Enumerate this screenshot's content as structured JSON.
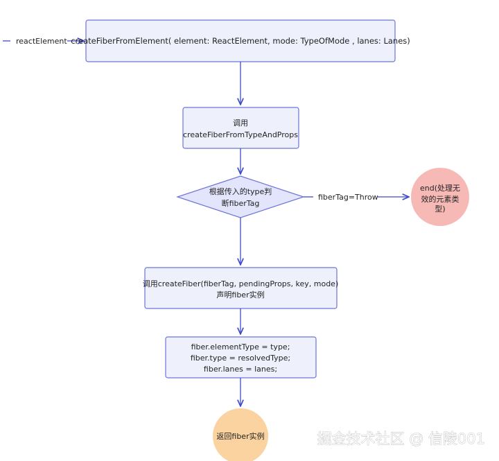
{
  "diagram": {
    "input_label": "reactElement",
    "create_from_element": "createFiberFromElement( element: ReactElement, mode: TypeOfMode , lanes: Lanes)",
    "call_type_props": {
      "line1": "调用",
      "line2": "createFiberFromTypeAndProps"
    },
    "decision": {
      "line1": "根据传入的type判",
      "line2": "断fiberTag"
    },
    "throw_edge_label": "fiberTag=Throw",
    "end_node": {
      "line1": "end(处理无",
      "line2": "效的元素类",
      "line3": "型)"
    },
    "create_fiber": {
      "line1": "调用createFiber(fiberTag, pendingProps, key, mode)",
      "line2": "声明fiber实例"
    },
    "assign": {
      "line1": "fiber.elementType = type;",
      "line2": "fiber.type = resolvedType;",
      "line3": "fiber.lanes = lanes;"
    },
    "return_node": "返回fiber实例"
  },
  "watermark": "掘金技术社区 @ 信陵001",
  "colors": {
    "node_fill": "#eef0fc",
    "node_stroke": "#6b73d9",
    "decision_fill": "#e2e5fb",
    "edge": "#3f4bc8",
    "end_fill": "#f7b9b6",
    "return_fill": "#fbd3a0"
  }
}
